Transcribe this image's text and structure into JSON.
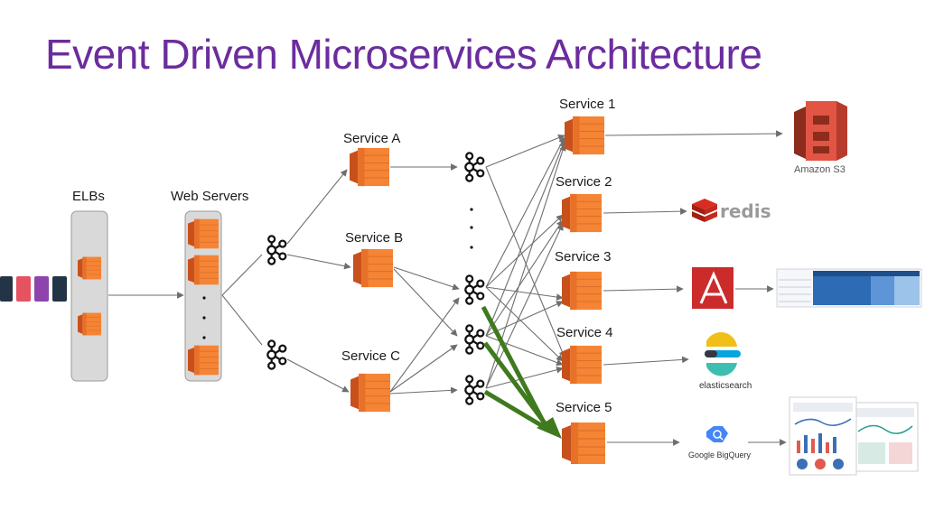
{
  "title": "Event Driven Microservices Architecture",
  "labels": {
    "elbs": "ELBs",
    "web_servers": "Web Servers",
    "service_a": "Service A",
    "service_b": "Service B",
    "service_c": "Service C",
    "service_1": "Service 1",
    "service_2": "Service 2",
    "service_3": "Service 3",
    "service_4": "Service 4",
    "service_5": "Service 5"
  },
  "logos": {
    "s3": "Amazon S3",
    "redis": "redis",
    "elasticsearch": "elasticsearch",
    "bigquery": "Google BigQuery"
  },
  "colors": {
    "title": "#6b2d9e",
    "aws_orange": "#f58534",
    "aws_dark": "#c8511b",
    "arrow": "#6e6e6e",
    "highlight": "#3f7a1e",
    "panel": "#d9d9d9",
    "client_navy": "#243447",
    "client_red": "#e4535f",
    "client_purple": "#8e44ad"
  },
  "icons": [
    "aws-ec2-icon",
    "kafka-icon",
    "amazon-s3-icon",
    "redis-icon",
    "athena-icon",
    "elasticsearch-icon",
    "bigquery-icon",
    "dashboard-screenshot-icon"
  ]
}
